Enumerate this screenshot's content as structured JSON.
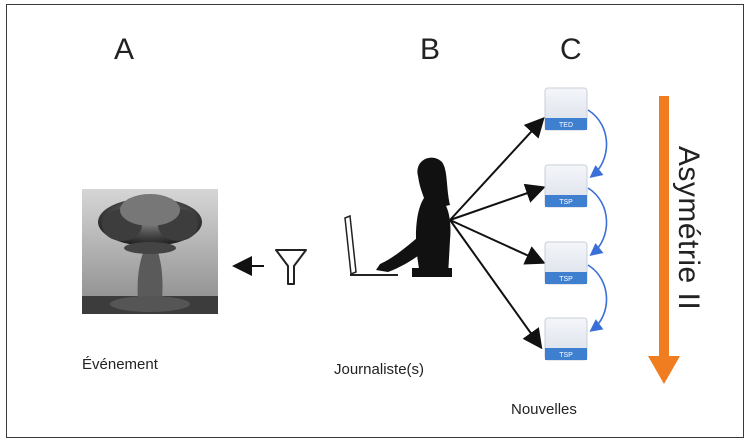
{
  "labels": {
    "a": "A",
    "b": "B",
    "c": "C"
  },
  "captions": {
    "event": "Événement",
    "journalist": "Journaliste(s)",
    "news": "Nouvelles"
  },
  "side_label": "Asymétrie II",
  "news_items": [
    {
      "tag": "TED"
    },
    {
      "tag": "TSP"
    },
    {
      "tag": "TSP"
    },
    {
      "tag": "TSP"
    }
  ],
  "colors": {
    "arrow_orange": "#f07d1f",
    "link_blue": "#3b6fd8",
    "tag_blue": "#3e7fd0"
  },
  "icons": [
    "mushroom-cloud-image",
    "filter-funnel-icon",
    "journalist-silhouette-icon",
    "news-document-icon"
  ]
}
